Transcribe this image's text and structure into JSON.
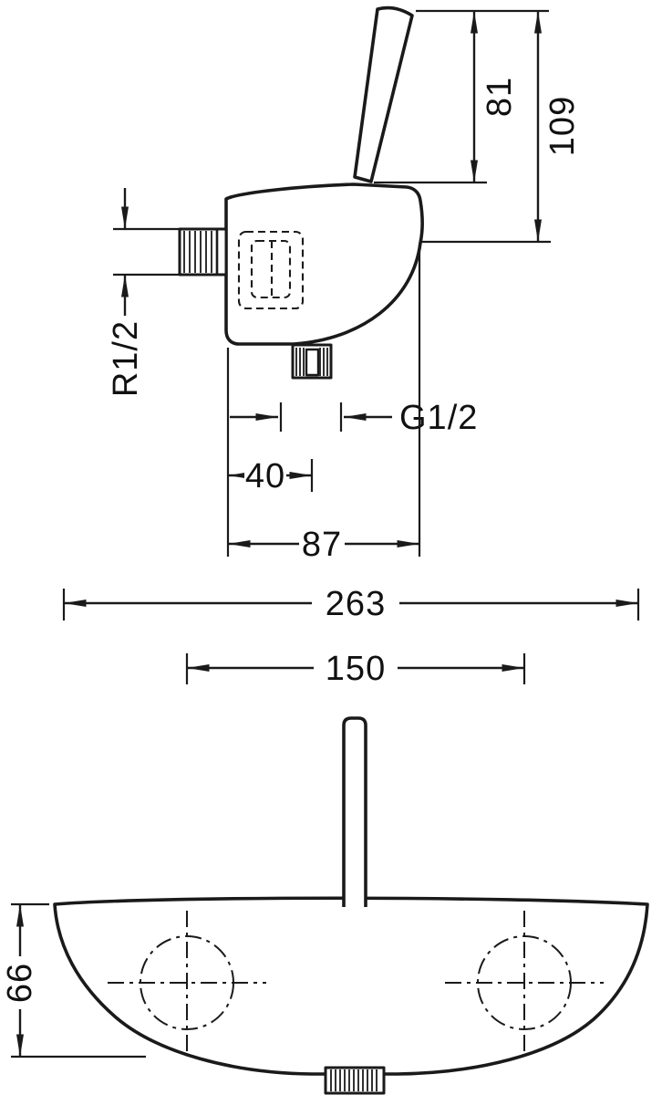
{
  "drawing": {
    "background": "#ffffff",
    "line_color": "#1a1a1a",
    "side_view": {
      "dim_lever_height": "81",
      "dim_total_height": "109",
      "inlet_thread_label": "R1/2",
      "outlet_thread_label": "G1/2",
      "dim_outlet_offset": "40",
      "dim_body_width": "87"
    },
    "front_view": {
      "dim_total_width": "263",
      "dim_hole_spacing": "150",
      "dim_body_height": "66"
    }
  }
}
